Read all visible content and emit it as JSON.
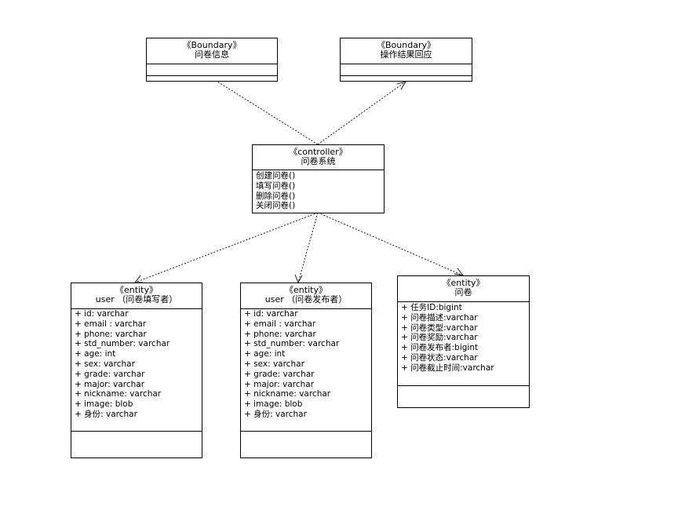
{
  "boundary_info": {
    "stereotype": "《Boundary》",
    "name": "问卷信息"
  },
  "boundary_result": {
    "stereotype": "《Boundary》",
    "name": "操作结果回应"
  },
  "controller": {
    "stereotype": "《controller》",
    "name": "问卷系统",
    "methods": [
      "创建问卷()",
      "填写问卷()",
      "删除问卷()",
      "关闭问卷()"
    ]
  },
  "entity_filler": {
    "stereotype": "《entity》",
    "name": "user （问卷填写者）",
    "attributes": [
      "+ id: varchar",
      "+ email : varchar",
      "+ phone: varchar",
      "+ std_number: varchar",
      "+ age: int",
      "+ sex: varchar",
      "+ grade: varchar",
      "+ major: varchar",
      "+ nickname: varchar",
      "+ image: blob",
      "+ 身份: varchar"
    ]
  },
  "entity_publisher": {
    "stereotype": "《entity》",
    "name": "user （问卷发布者）",
    "attributes": [
      "+ id: varchar",
      "+ email : varchar",
      "+ phone: varchar",
      "+ std_number: varchar",
      "+ age: int",
      "+ sex: varchar",
      "+ grade: varchar",
      "+ major: varchar",
      "+ nickname: varchar",
      "+ image: blob",
      "+ 身份: varchar"
    ]
  },
  "entity_survey": {
    "stereotype": "《entity》",
    "name": "问卷",
    "attributes": [
      "+ 任务ID:bigint",
      "+ 问卷描述:varchar",
      "+ 问卷类型:varchar",
      "+ 问卷奖励:varchar",
      "+ 问卷发布者:bigint",
      "+ 问卷状态:varchar",
      "+ 问卷截止时间:varchar"
    ]
  }
}
